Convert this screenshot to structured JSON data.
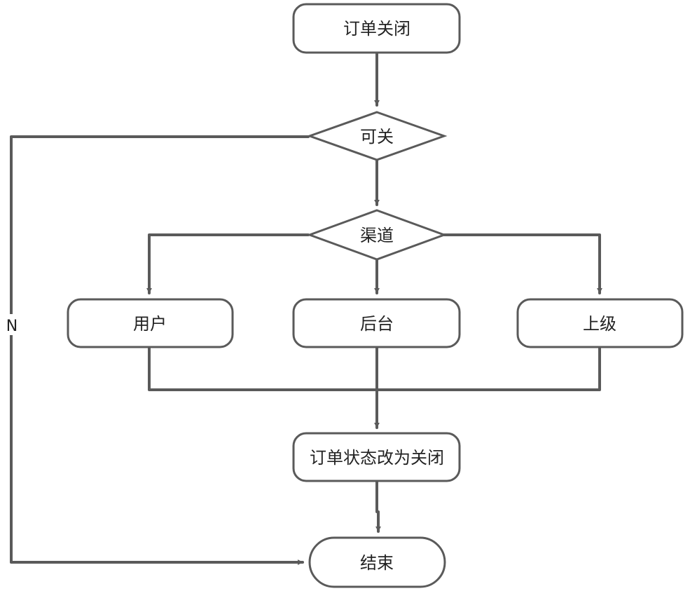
{
  "colors": {
    "stroke": "#5a5a5a",
    "fill": "#ffffff",
    "text": "#222222"
  },
  "nodes": {
    "order_close": {
      "label": "订单关闭",
      "shape": "rounded-rect"
    },
    "can_close": {
      "label": "可关",
      "shape": "diamond"
    },
    "channel": {
      "label": "渠道",
      "shape": "diamond"
    },
    "user": {
      "label": "用户",
      "shape": "rounded-rect"
    },
    "backend": {
      "label": "后台",
      "shape": "rounded-rect"
    },
    "superior": {
      "label": "上级",
      "shape": "rounded-rect"
    },
    "set_closed": {
      "label": "订单状态改为关闭",
      "shape": "rounded-rect"
    },
    "end": {
      "label": "结束",
      "shape": "terminator"
    }
  },
  "edges": {
    "no_label": "N"
  }
}
